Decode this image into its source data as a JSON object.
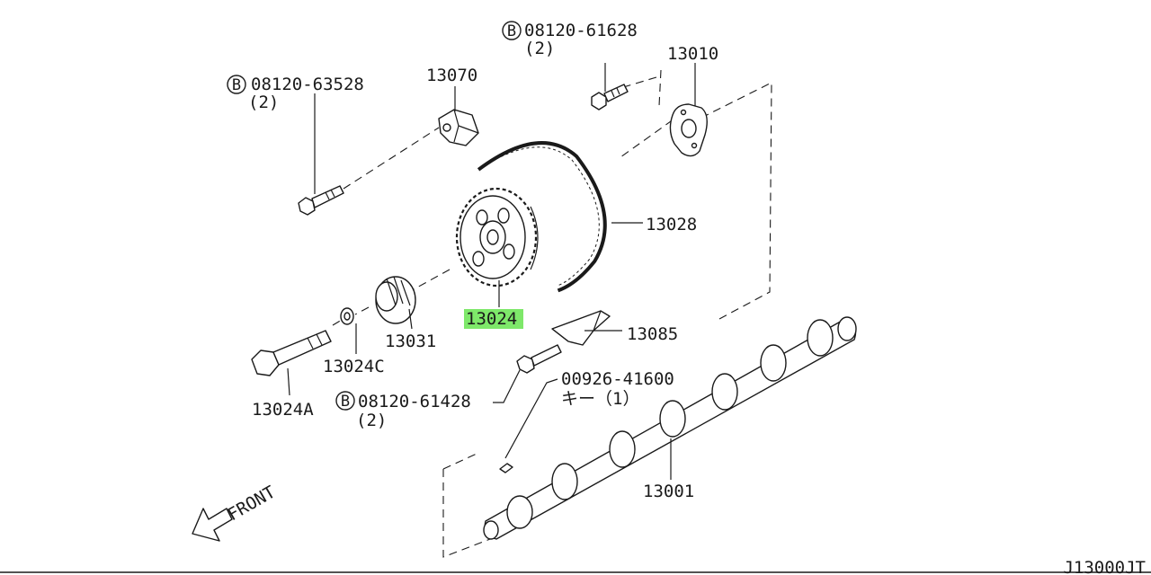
{
  "part_numbers": {
    "b_bolt_top": "08120-61628",
    "b_bolt_top_qty": "(2)",
    "b_bolt_left": "08120-63528",
    "b_bolt_left_qty": "(2)",
    "b_bolt_bottom": "08120-61428",
    "b_bolt_bottom_qty": "(2)",
    "bolt_prefix": "B",
    "chain_tensioner": "13070",
    "gasket": "13010",
    "timing_chain": "13028",
    "sprocket": "13024",
    "gear": "13031",
    "washer": "13024C",
    "sprocket_bolt": "13024A",
    "chain_guide": "13085",
    "key": "00926-41600",
    "key_qty": "キー（1）",
    "camshaft": "13001"
  },
  "front_label": "FRONT",
  "diagram_code": "J13000JT",
  "highlight_color": "#7ee86a"
}
